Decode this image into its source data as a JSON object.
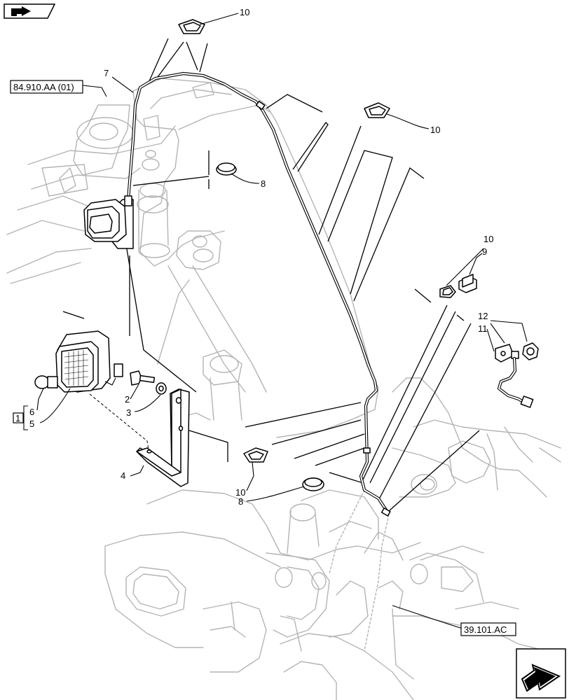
{
  "callouts": {
    "c10_top": "10",
    "c10_right": "10",
    "c10_mid": "10",
    "c10_bottom": "10",
    "c9": "9",
    "c12": "12",
    "c11": "11",
    "c7": "7",
    "c8_top": "8",
    "c8_bottom": "8",
    "c6": "6",
    "c5": "5",
    "c2": "2",
    "c3": "3",
    "c4": "4",
    "c1": "1"
  },
  "references": {
    "ref_top_left": "84.910.AA (01)",
    "ref_bottom_right": "39.101.AC"
  },
  "icons": {
    "top_left": "previous-page-arrow-icon",
    "bottom_right": "next-page-arrow-icon"
  }
}
